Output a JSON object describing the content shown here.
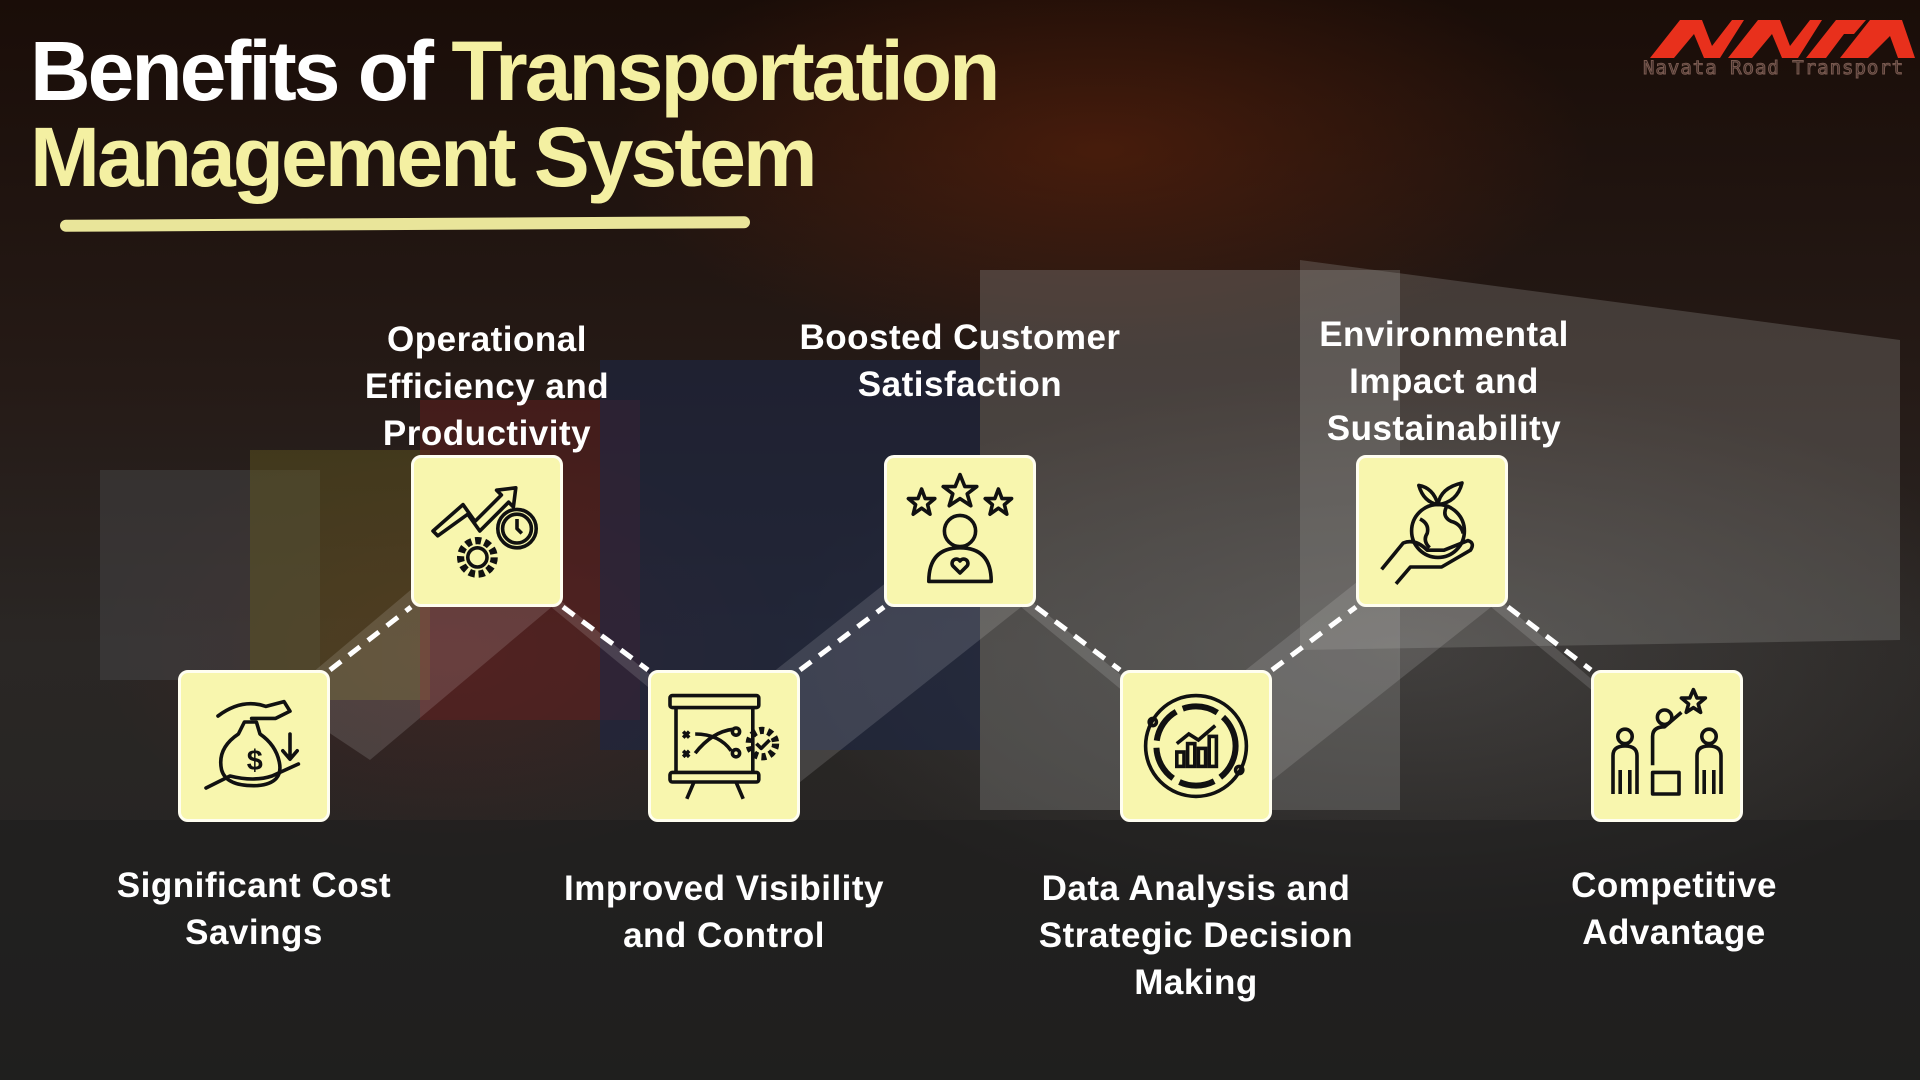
{
  "title": {
    "line1_white": "Benefits of ",
    "line1_highlight": "Transportation",
    "line2_highlight": "Management System"
  },
  "logo": {
    "mark": "NAVATA",
    "text": "Navata Road Transport",
    "color": "#e8301c"
  },
  "colors": {
    "accent": "#f4f0a2",
    "box_fill": "#f8f6ae",
    "text": "#ffffff"
  },
  "benefits": [
    {
      "lines": [
        "Significant Cost",
        "Savings"
      ],
      "icon": "money-bag-hand-icon"
    },
    {
      "lines": [
        "Operational",
        "Efficiency and",
        "Productivity"
      ],
      "icon": "growth-gear-clock-icon"
    },
    {
      "lines": [
        "Improved Visibility",
        "and Control"
      ],
      "icon": "strategy-board-gear-icon"
    },
    {
      "lines": [
        "Boosted Customer",
        "Satisfaction"
      ],
      "icon": "customer-stars-icon"
    },
    {
      "lines": [
        "Data Analysis and",
        "Strategic Decision",
        "Making"
      ],
      "icon": "data-chart-circle-icon"
    },
    {
      "lines": [
        "Environmental",
        "Impact and",
        "Sustainability"
      ],
      "icon": "globe-hand-leaf-icon"
    },
    {
      "lines": [
        "Competitive",
        "Advantage"
      ],
      "icon": "podium-star-icon"
    }
  ]
}
